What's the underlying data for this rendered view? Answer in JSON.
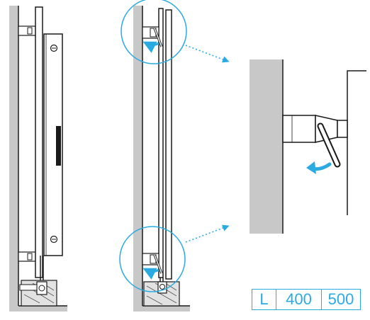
{
  "dimension_table": {
    "header": "L",
    "values": [
      "400",
      "500"
    ]
  },
  "colors": {
    "wall": "#c8c8c8",
    "line": "#1a1a1a",
    "accent": "#29abe2",
    "background": "#ffffff"
  }
}
